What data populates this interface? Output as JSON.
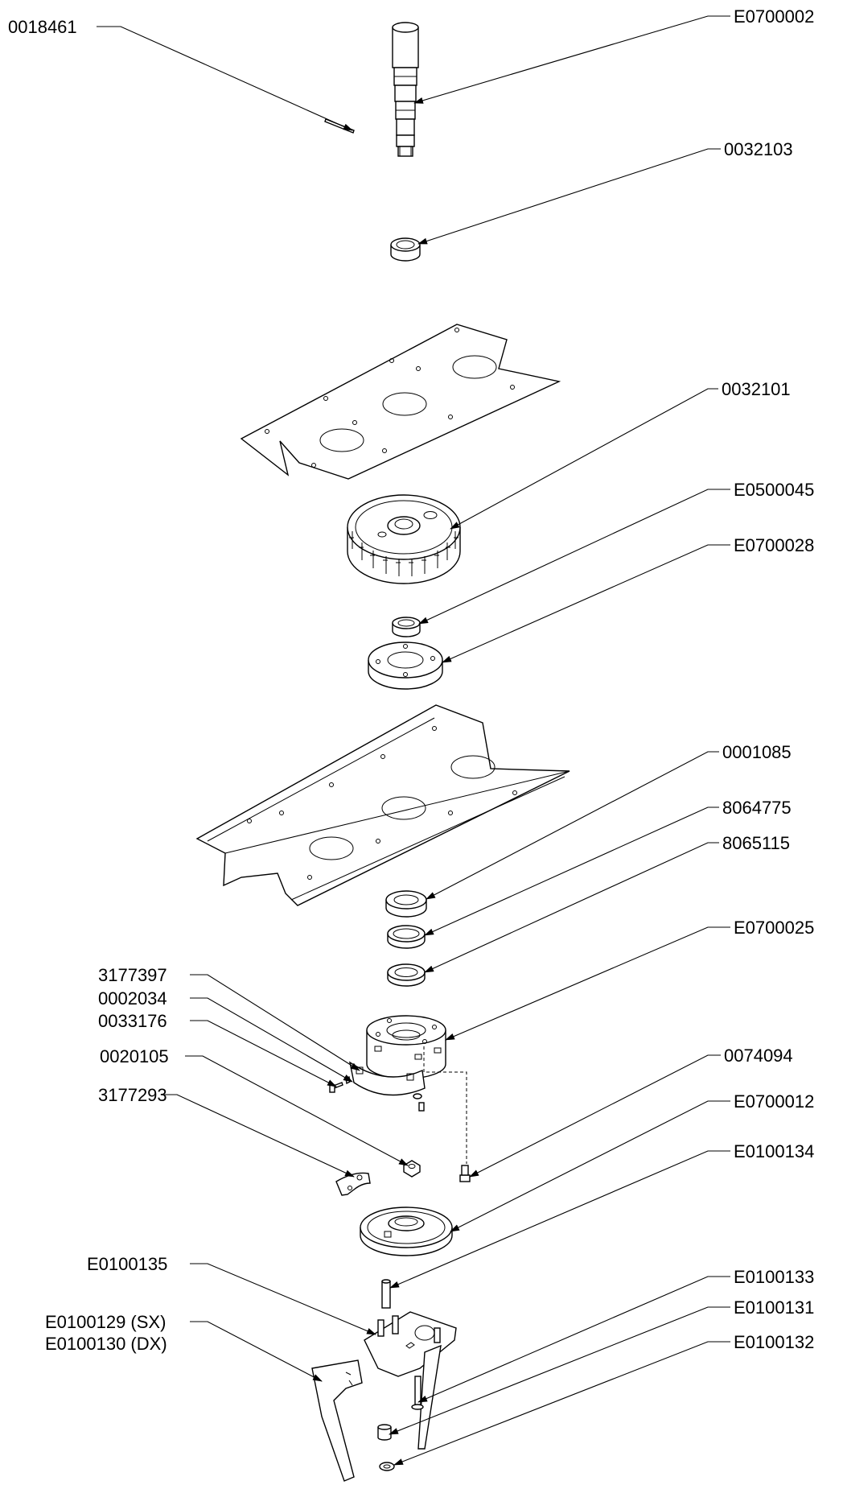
{
  "diagram": {
    "labels": [
      {
        "id": "p1",
        "text": "0018461"
      },
      {
        "id": "p2",
        "text": "E0700002"
      },
      {
        "id": "p3",
        "text": "0032103"
      },
      {
        "id": "p4",
        "text": "0032101"
      },
      {
        "id": "p5",
        "text": "E0500045"
      },
      {
        "id": "p6",
        "text": "E0700028"
      },
      {
        "id": "p7",
        "text": "0001085"
      },
      {
        "id": "p8",
        "text": "8064775"
      },
      {
        "id": "p9",
        "text": "8065115"
      },
      {
        "id": "p10",
        "text": "E0700025"
      },
      {
        "id": "p11",
        "text": "3177397"
      },
      {
        "id": "p12",
        "text": "0002034"
      },
      {
        "id": "p13",
        "text": "0033176"
      },
      {
        "id": "p14",
        "text": "0020105"
      },
      {
        "id": "p15",
        "text": "3177293"
      },
      {
        "id": "p16",
        "text": "0074094"
      },
      {
        "id": "p17",
        "text": "E0700012"
      },
      {
        "id": "p18",
        "text": "E0100134"
      },
      {
        "id": "p19",
        "text": "E0100135"
      },
      {
        "id": "p20",
        "text": "E0100129 (SX)"
      },
      {
        "id": "p21",
        "text": "E0100130 (DX)"
      },
      {
        "id": "p22",
        "text": "E0100133"
      },
      {
        "id": "p23",
        "text": "E0100131"
      },
      {
        "id": "p24",
        "text": "E0100132"
      }
    ]
  }
}
